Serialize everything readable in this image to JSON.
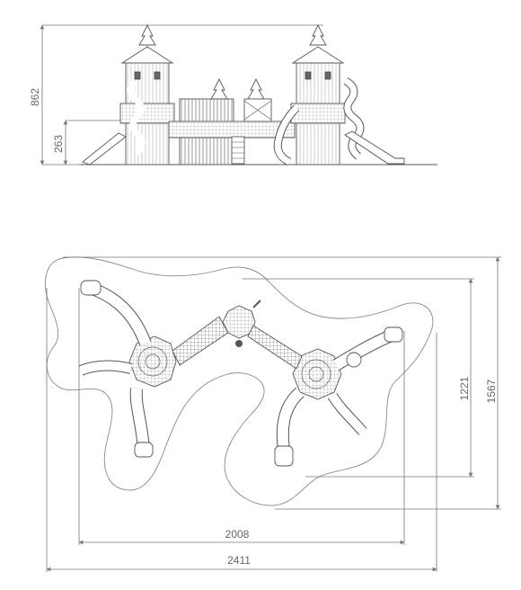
{
  "elevation": {
    "height_total": "862",
    "height_platform": "263"
  },
  "plan": {
    "width_inner": "2008",
    "width_outer": "2411",
    "depth_inner": "1221",
    "depth_outer": "1567"
  },
  "colors": {
    "line": "#555555",
    "dimension": "#777777",
    "text": "#666666",
    "fill_dark": "#666666"
  }
}
